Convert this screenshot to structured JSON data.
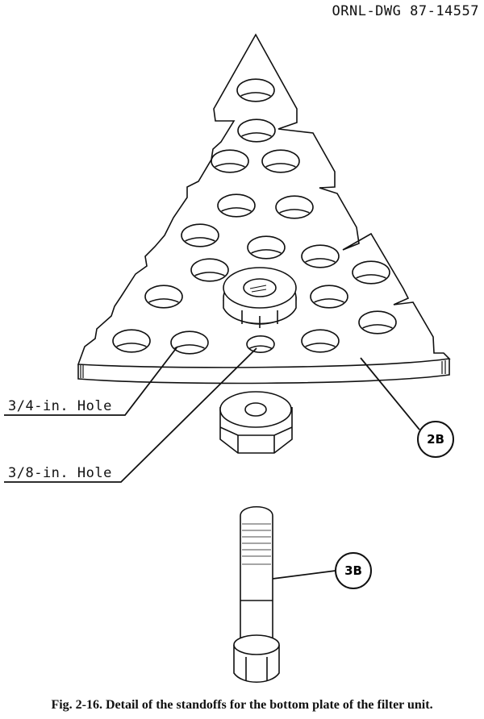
{
  "drawing_number": "ORNL-DWG 87-14557",
  "labels": {
    "hole_large": "3/4-in. Hole",
    "hole_small": "3/8-in. Hole",
    "callout_plate": "2B",
    "callout_bolt": "3B"
  },
  "caption": "Fig. 2-16. Detail of the standoffs for the bottom plate of the filter unit."
}
